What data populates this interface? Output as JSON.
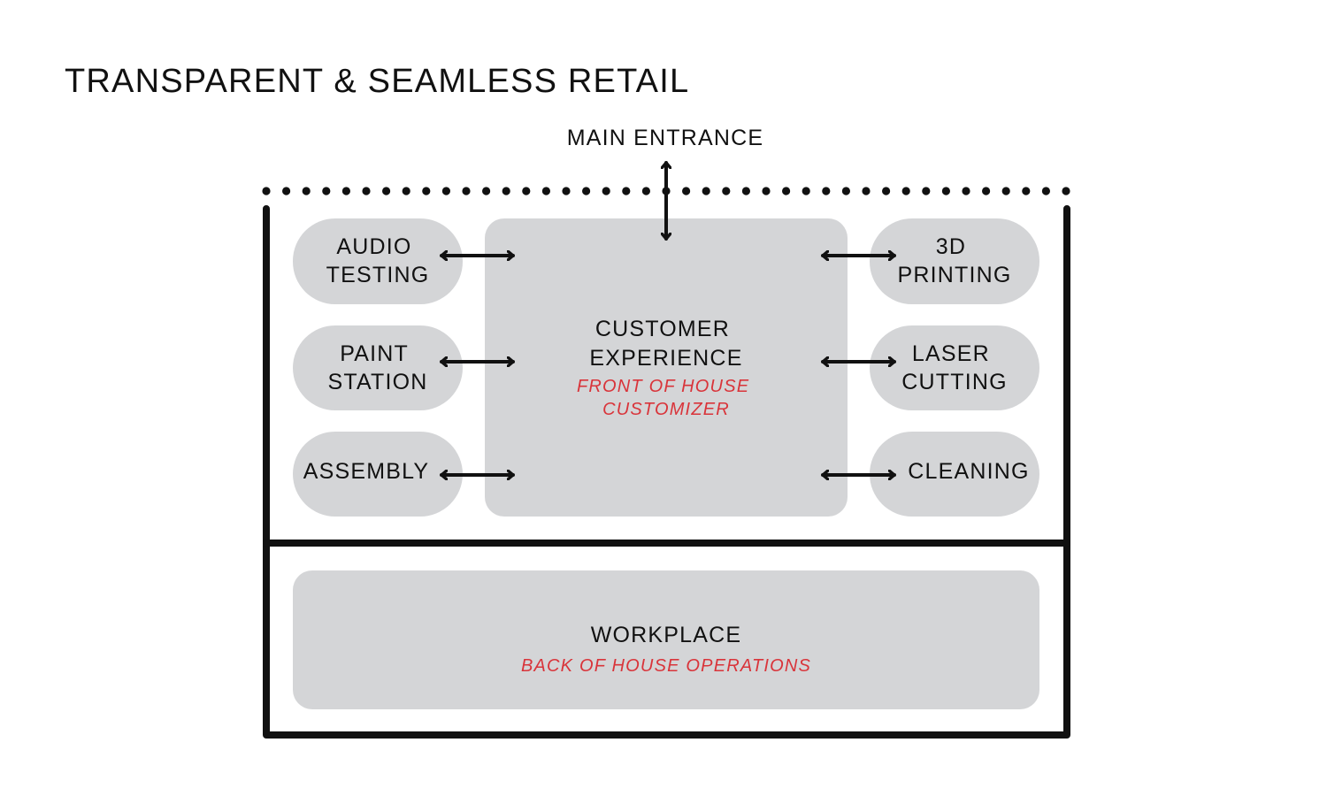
{
  "title": "TRANSPARENT & SEAMLESS RETAIL",
  "entrance": "MAIN ENTRANCE",
  "center": {
    "title_lines": [
      "CUSTOMER",
      "EXPERIENCE"
    ],
    "subtitle_lines": [
      "FRONT OF HOUSE",
      "CUSTOMIZER"
    ]
  },
  "stations_left": [
    {
      "lines": [
        "AUDIO",
        "TESTING"
      ]
    },
    {
      "lines": [
        "PAINT",
        "STATION"
      ]
    },
    {
      "lines": [
        "ASSEMBLY"
      ]
    }
  ],
  "stations_right": [
    {
      "lines": [
        "3D",
        "PRINTING"
      ]
    },
    {
      "lines": [
        "LASER",
        "CUTTING"
      ]
    },
    {
      "lines": [
        "CLEANING"
      ]
    }
  ],
  "workplace": {
    "title": "WORKPLACE",
    "subtitle": "BACK OF HOUSE OPERATIONS"
  },
  "colors": {
    "ink": "#111111",
    "panel": "#d4d5d7",
    "accent": "#d9343a",
    "background": "#ffffff"
  }
}
